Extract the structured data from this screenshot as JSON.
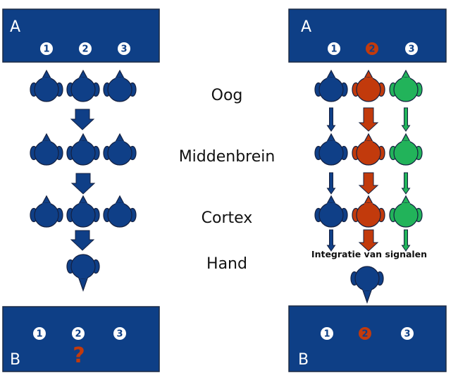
{
  "colors": {
    "box_fill": "#0e3f86",
    "box_stroke": "#1c2a44",
    "blue": "#0f3f87",
    "red": "#c23a0c",
    "green": "#22b35a",
    "outline": "#142040",
    "white": "#ffffff"
  },
  "stage_labels": [
    "Oog",
    "Middenbrein",
    "Cortex",
    "Hand"
  ],
  "integration_label": "Integratie van signalen",
  "left_panel": {
    "top_box": {
      "letter": "A",
      "badges": [
        "1",
        "2",
        "3"
      ],
      "highlighted_badge": null
    },
    "bottom_box": {
      "letter": "B",
      "badges": [
        "1",
        "2",
        "3"
      ],
      "highlighted_badge": null,
      "question_mark": "?"
    },
    "neuron_rows": [
      [
        "blue",
        "blue",
        "blue"
      ],
      [
        "blue",
        "blue",
        "blue"
      ],
      [
        "blue",
        "blue",
        "blue"
      ]
    ],
    "output_neuron": "blue"
  },
  "right_panel": {
    "top_box": {
      "letter": "A",
      "badges": [
        "1",
        "2",
        "3"
      ],
      "highlighted_badge": 1
    },
    "bottom_box": {
      "letter": "B",
      "badges": [
        "1",
        "2",
        "3"
      ],
      "highlighted_badge": 1
    },
    "neuron_rows": [
      [
        "blue",
        "red",
        "green"
      ],
      [
        "blue",
        "red",
        "green"
      ],
      [
        "blue",
        "red",
        "green"
      ]
    ],
    "output_neuron": "blue"
  }
}
